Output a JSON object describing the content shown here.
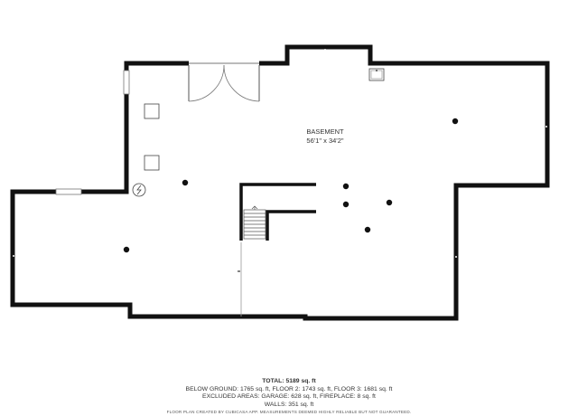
{
  "room": {
    "name": "BASEMENT",
    "dimensions": "56'1\" x 34'2\""
  },
  "totals": {
    "total_label": "TOTAL:",
    "total_value": "5189 sq. ft",
    "line2": "BELOW GROUND: 1765 sq. ft, FLOOR 2: 1743 sq. ft, FLOOR 3: 1681 sq. ft",
    "line3": "EXCLUDED AREAS: GARAGE: 628 sq. ft, FIREPLACE: 8 sq. ft",
    "line4": "WALLS: 351 sq. ft"
  },
  "credit": "FLOOR PLAN CREATED BY CUBICASA APP. MEASUREMENTS DEEMED HIGHLY RELIABLE BUT NOT GUARANTEED.",
  "colors": {
    "wall": "#111111",
    "thin": "#666666",
    "background": "#ffffff"
  }
}
